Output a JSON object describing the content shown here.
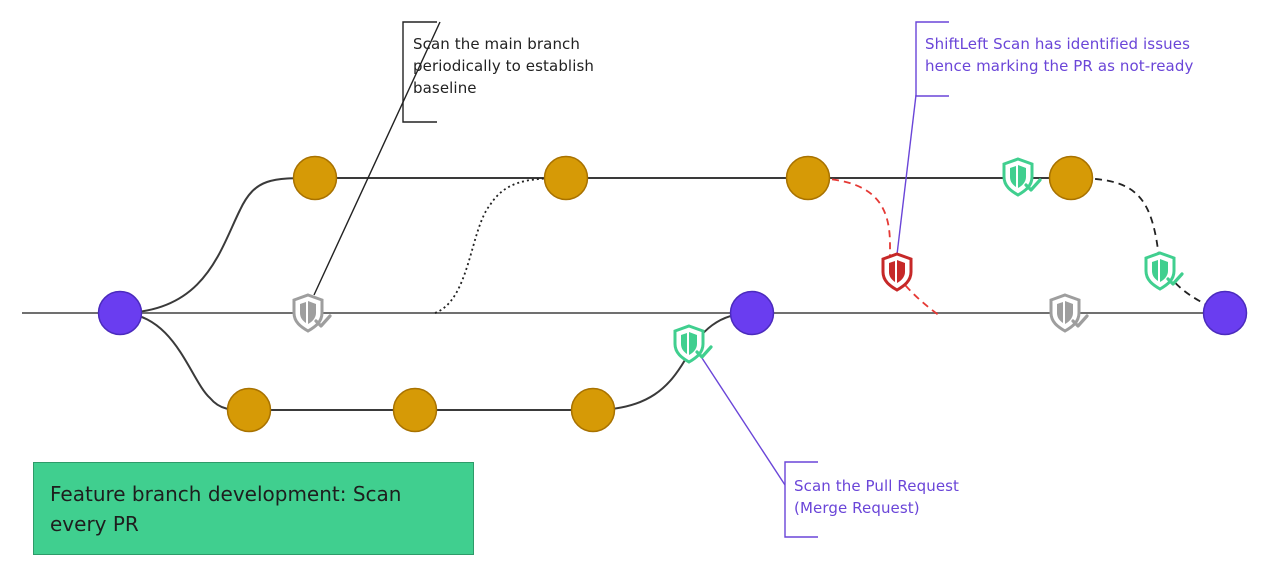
{
  "callouts": {
    "main_baseline": [
      "Scan the main branch",
      "periodically to establish",
      "baseline"
    ],
    "issues": [
      "ShiftLeft Scan has identified issues",
      "hence marking the PR as not-ready"
    ],
    "pull_request": [
      "Scan the Pull Request",
      "(Merge Request)"
    ]
  },
  "feature_box": {
    "text": "Feature branch development: Scan every PR"
  },
  "colors": {
    "main_commit": "#6a3df0",
    "branch_commit": "#d69a06",
    "scan_pass": "#40cf8f",
    "scan_fail": "#c62828",
    "scan_neutral": "#9e9e9e",
    "issue_edge": "#e53935",
    "callout_accent": "#6a45d8"
  },
  "icons": [
    "shield-check-icon",
    "shield-alert-icon"
  ]
}
